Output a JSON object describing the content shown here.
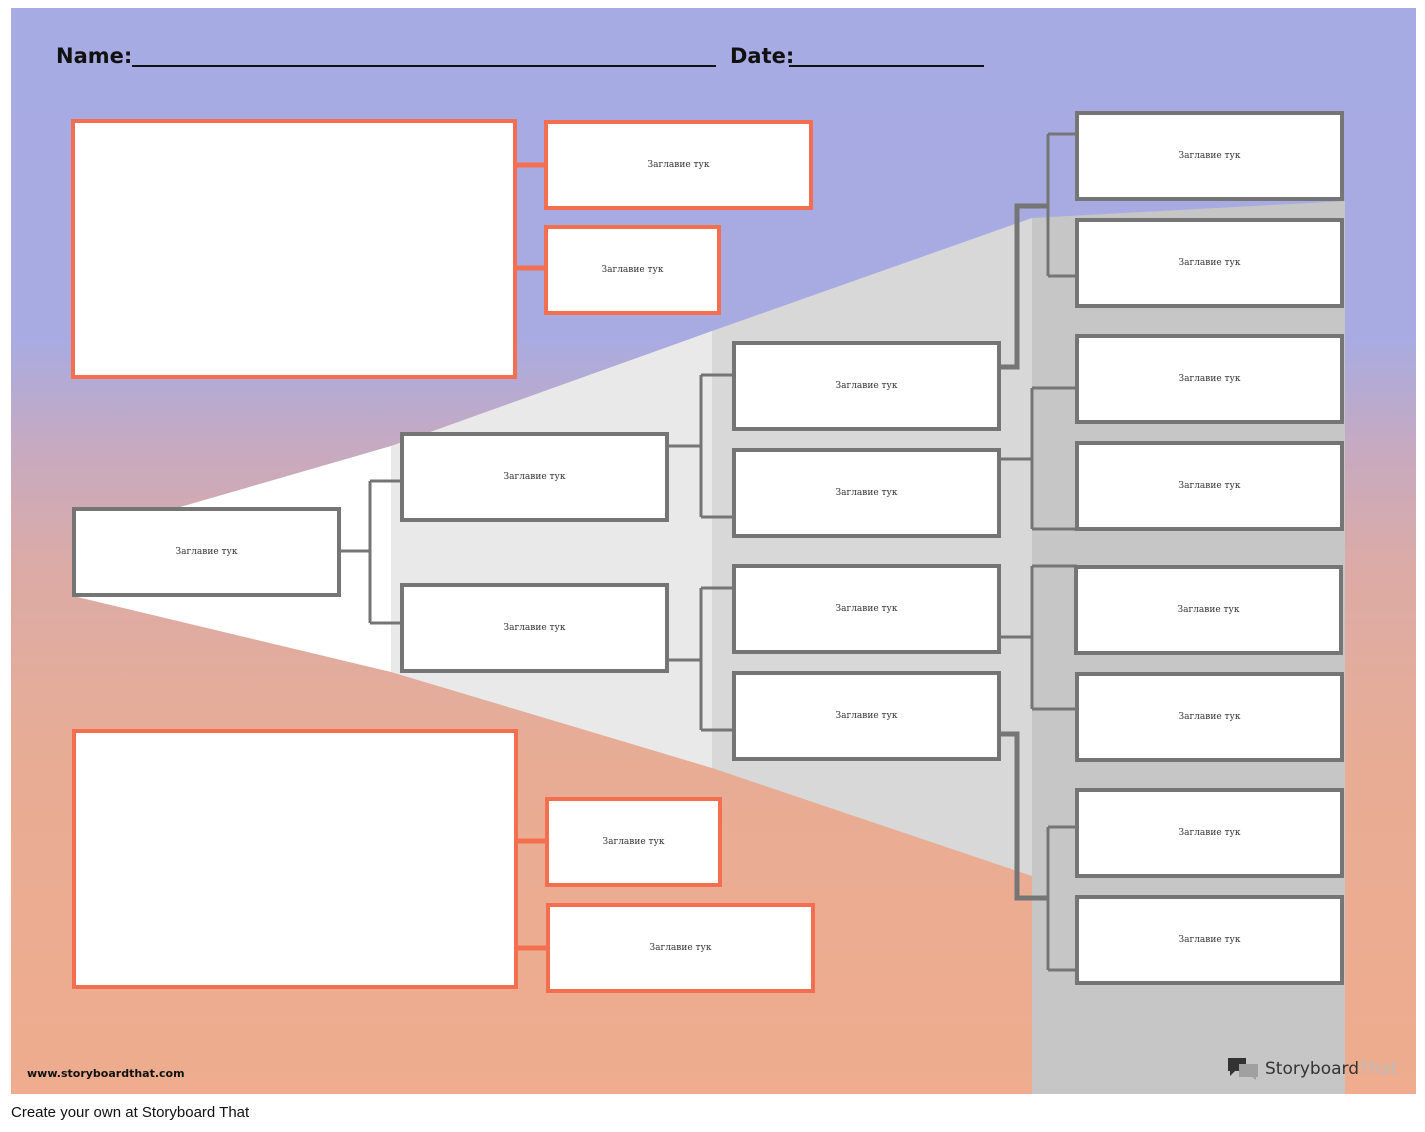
{
  "header": {
    "name_label": "Name:",
    "date_label": "Date:"
  },
  "boxes": {
    "root": "Заглавие тук",
    "level1": [
      "Заглавие тук",
      "Заглавие тук"
    ],
    "level2": [
      "Заглавие тук",
      "Заглавие тук",
      "Заглавие тук",
      "Заглавие тук"
    ],
    "level3": [
      "Заглавие тук",
      "Заглавие тук",
      "Заглавие тук",
      "Заглавие тук",
      "Заглавие тук",
      "Заглавие тук",
      "Заглавие тук",
      "Заглавие тук"
    ],
    "top_group": [
      "Заглавие тук",
      "Заглавие тук"
    ],
    "bottom_group": [
      "Заглавие тук",
      "Заглавие тук"
    ]
  },
  "footer": {
    "site": "www.storyboardthat.com",
    "brand_part1": "Storyboard",
    "brand_part2": "That",
    "brand_icon": "speech-bubbles-icon",
    "cta": "Create your own at Storyboard That"
  },
  "colors": {
    "accent_orange": "#f46f4f",
    "box_gray": "#757575",
    "bg_top": "#a7abe3",
    "bg_bottom": "#efac8e"
  }
}
